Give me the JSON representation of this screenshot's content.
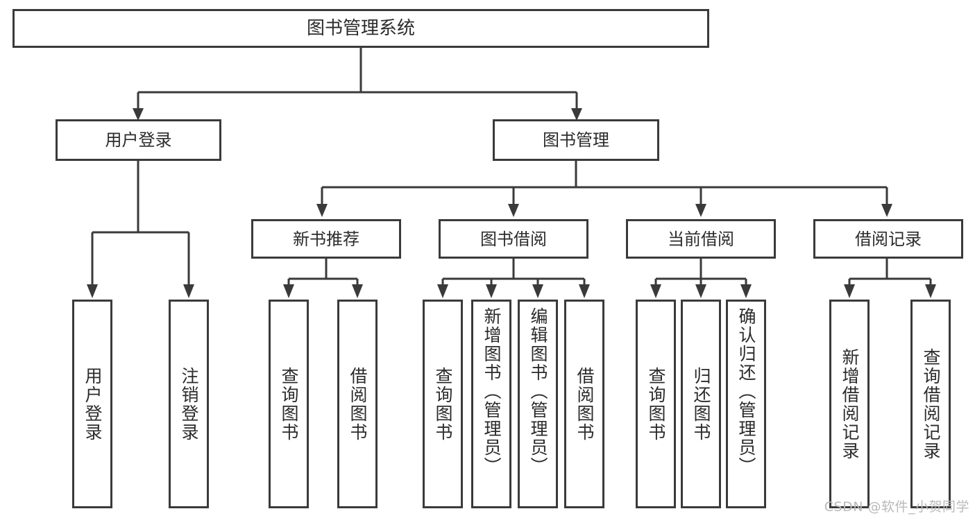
{
  "diagram": {
    "title": "图书管理系统",
    "type": "tree",
    "root": {
      "id": "root",
      "label": "图书管理系统",
      "orientation": "horizontal"
    },
    "level1": [
      {
        "id": "user-login",
        "label": "用户登录",
        "orientation": "horizontal"
      },
      {
        "id": "book-management",
        "label": "图书管理",
        "orientation": "horizontal"
      }
    ],
    "level2": [
      {
        "id": "new-book-recommend",
        "label": "新书推荐",
        "orientation": "horizontal",
        "parent": "book-management"
      },
      {
        "id": "book-borrow",
        "label": "图书借阅",
        "orientation": "horizontal",
        "parent": "book-management"
      },
      {
        "id": "current-borrow",
        "label": "当前借阅",
        "orientation": "horizontal",
        "parent": "book-management"
      },
      {
        "id": "borrow-record",
        "label": "借阅记录",
        "orientation": "horizontal",
        "parent": "book-management"
      }
    ],
    "leaves": [
      {
        "id": "leaf-user-login",
        "label": "用户登录",
        "parent": "user-login",
        "orientation": "vertical"
      },
      {
        "id": "leaf-user-logout",
        "label": "注销登录",
        "parent": "user-login",
        "orientation": "vertical"
      },
      {
        "id": "leaf-query-book-1",
        "label": "查询图书",
        "parent": "new-book-recommend",
        "orientation": "vertical"
      },
      {
        "id": "leaf-borrow-book-1",
        "label": "借阅图书",
        "parent": "new-book-recommend",
        "orientation": "vertical"
      },
      {
        "id": "leaf-query-book-2",
        "label": "查询图书",
        "parent": "book-borrow",
        "orientation": "vertical"
      },
      {
        "id": "leaf-add-book",
        "label": "新增图书（管理员）",
        "parent": "book-borrow",
        "orientation": "vertical"
      },
      {
        "id": "leaf-edit-book",
        "label": "编辑图书（管理员）",
        "parent": "book-borrow",
        "orientation": "vertical"
      },
      {
        "id": "leaf-borrow-book-2",
        "label": "借阅图书",
        "parent": "book-borrow",
        "orientation": "vertical"
      },
      {
        "id": "leaf-query-book-3",
        "label": "查询图书",
        "parent": "current-borrow",
        "orientation": "vertical"
      },
      {
        "id": "leaf-return-book",
        "label": "归还图书",
        "parent": "current-borrow",
        "orientation": "vertical"
      },
      {
        "id": "leaf-confirm-return",
        "label": "确认归还（管理员）",
        "parent": "current-borrow",
        "orientation": "vertical"
      },
      {
        "id": "leaf-add-record",
        "label": "新增借阅记录",
        "parent": "borrow-record",
        "orientation": "vertical"
      },
      {
        "id": "leaf-query-record",
        "label": "查询借阅记录",
        "parent": "borrow-record",
        "orientation": "vertical"
      }
    ]
  },
  "watermark": {
    "text": "CSDN @软件_小贺同学"
  },
  "colors": {
    "background": "#ffffff",
    "box_border": "#3a3a3a",
    "box_fill": "#ffffff",
    "text": "#2b2b2b",
    "connector": "#3a3a3a",
    "watermark": "#b9b9b9"
  }
}
